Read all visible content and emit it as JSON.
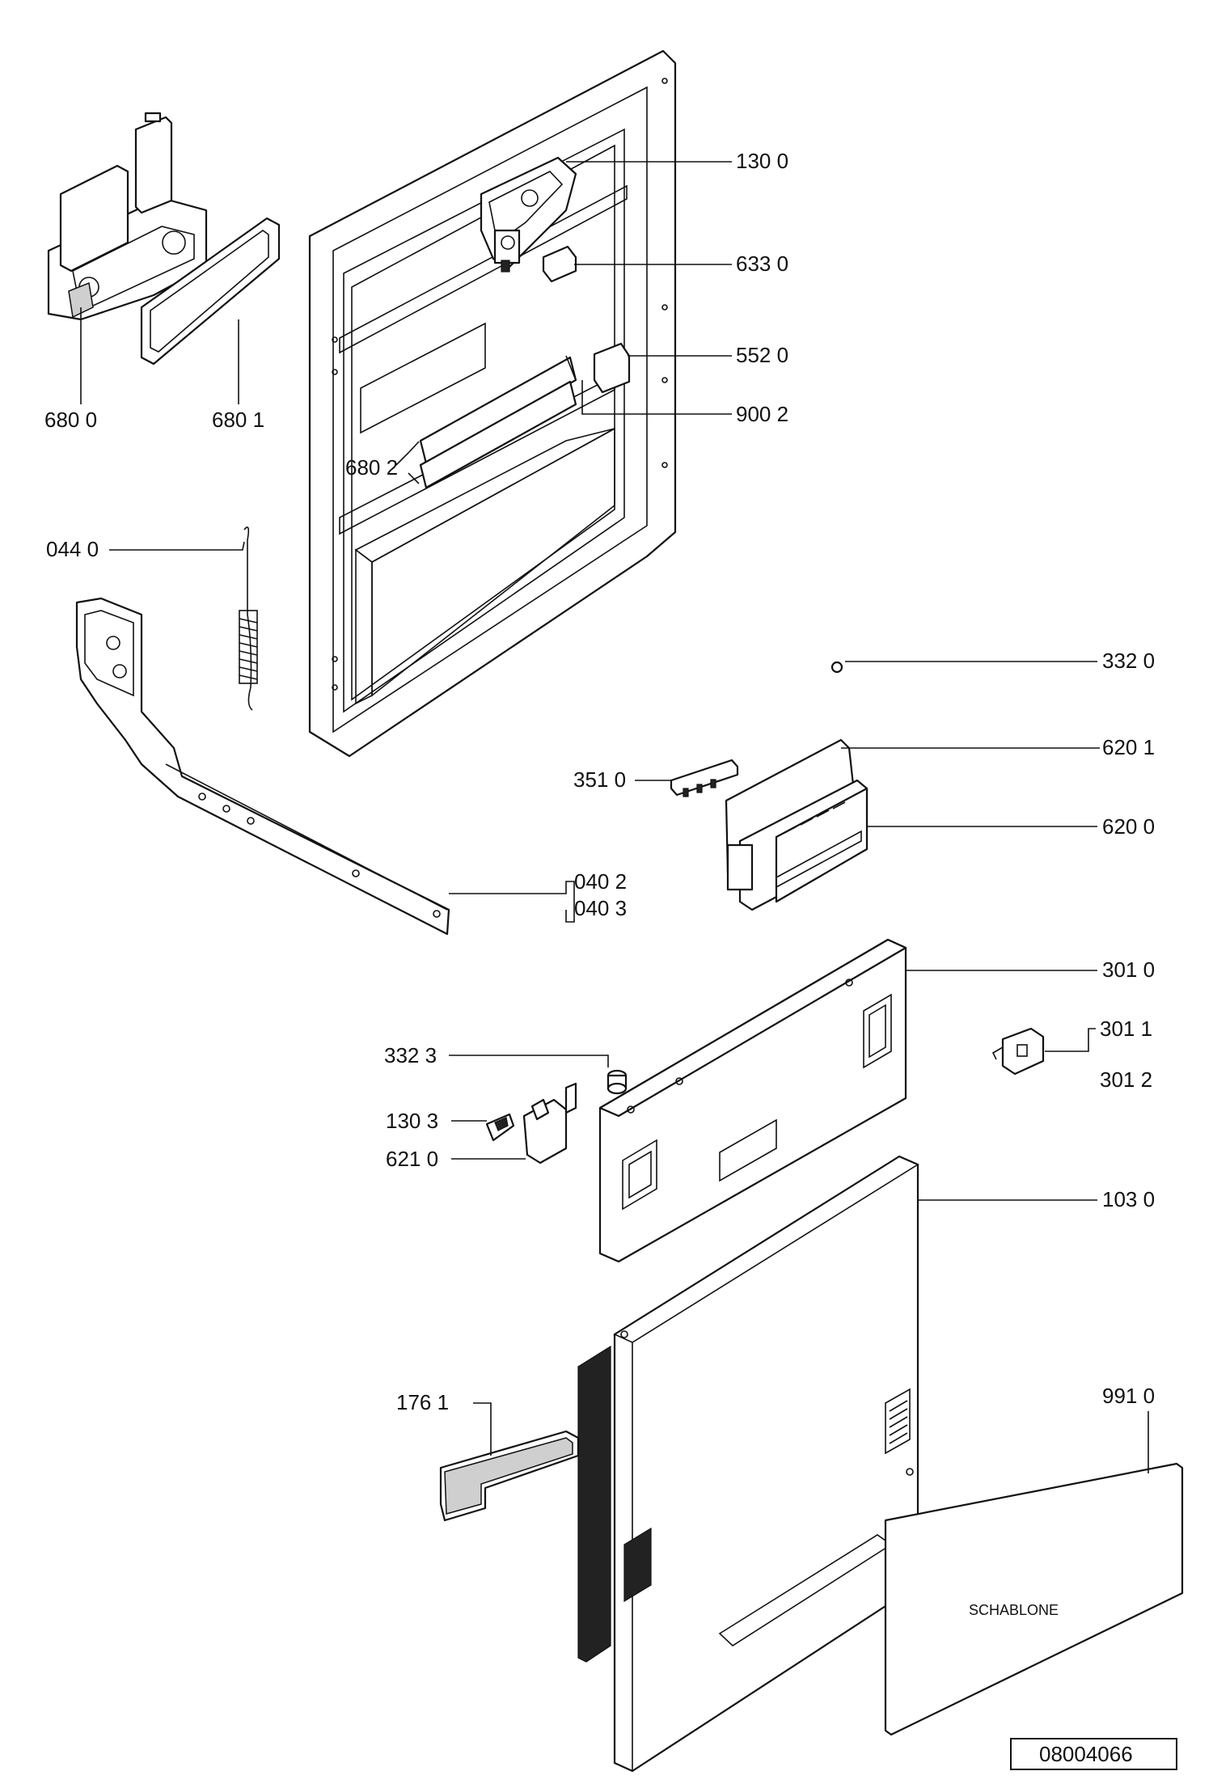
{
  "callouts": [
    {
      "id": "c1300",
      "text": "130 0"
    },
    {
      "id": "c6330",
      "text": "633 0"
    },
    {
      "id": "c5520",
      "text": "552 0"
    },
    {
      "id": "c9002",
      "text": "900 2"
    },
    {
      "id": "c6800",
      "text": "680 0"
    },
    {
      "id": "c6801",
      "text": "680 1"
    },
    {
      "id": "c6802",
      "text": "680 2"
    },
    {
      "id": "c0440",
      "text": "044 0"
    },
    {
      "id": "c3320",
      "text": "332 0"
    },
    {
      "id": "c6201",
      "text": "620 1"
    },
    {
      "id": "c3510",
      "text": "351 0"
    },
    {
      "id": "c6200",
      "text": "620 0"
    },
    {
      "id": "c0402",
      "text": "040 2"
    },
    {
      "id": "c0403",
      "text": "040 3"
    },
    {
      "id": "c3010",
      "text": "301 0"
    },
    {
      "id": "c3011",
      "text": "301 1"
    },
    {
      "id": "c3012",
      "text": "301 2"
    },
    {
      "id": "c3323",
      "text": "332 3"
    },
    {
      "id": "c1303",
      "text": "130 3"
    },
    {
      "id": "c6210",
      "text": "621 0"
    },
    {
      "id": "c1030",
      "text": "103 0"
    },
    {
      "id": "c1761",
      "text": "176 1"
    },
    {
      "id": "c9910",
      "text": "991 0"
    }
  ],
  "template_label": "SCHABLONE",
  "drawing_number": "08004066"
}
